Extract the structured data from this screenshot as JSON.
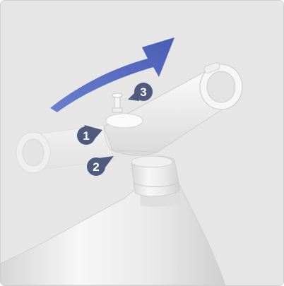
{
  "illustration": {
    "subject": "bicycle-stem-rotation",
    "arrow_color": "#4f63b8",
    "marker_color": "#4f5a7e",
    "background_color": "#e6e6e6"
  },
  "markers": [
    {
      "label": "1"
    },
    {
      "label": "2"
    },
    {
      "label": "3"
    }
  ]
}
